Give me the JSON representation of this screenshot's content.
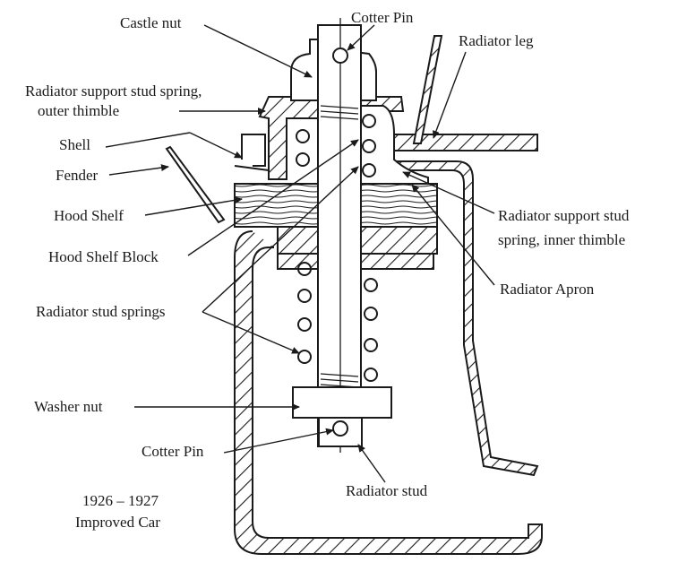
{
  "labels": {
    "castle_nut": "Castle nut",
    "cotter_pin_top": "Cotter Pin",
    "radiator_leg": "Radiator leg",
    "outer_thimble_1": "Radiator support stud spring,",
    "outer_thimble_2": "outer thimble",
    "shell": "Shell",
    "fender": "Fender",
    "hood_shelf": "Hood Shelf",
    "hood_shelf_block": "Hood Shelf Block",
    "inner_thimble_1": "Radiator support stud",
    "inner_thimble_2": "spring, inner thimble",
    "radiator_apron": "Radiator Apron",
    "radiator_stud_springs": "Radiator stud springs",
    "washer_nut": "Washer nut",
    "cotter_pin_bottom": "Cotter Pin",
    "radiator_stud": "Radiator stud"
  },
  "caption": {
    "line1": "1926 – 1927",
    "line2": "Improved Car"
  },
  "colors": {
    "ink": "#1a1a1a",
    "paper": "#ffffff"
  }
}
